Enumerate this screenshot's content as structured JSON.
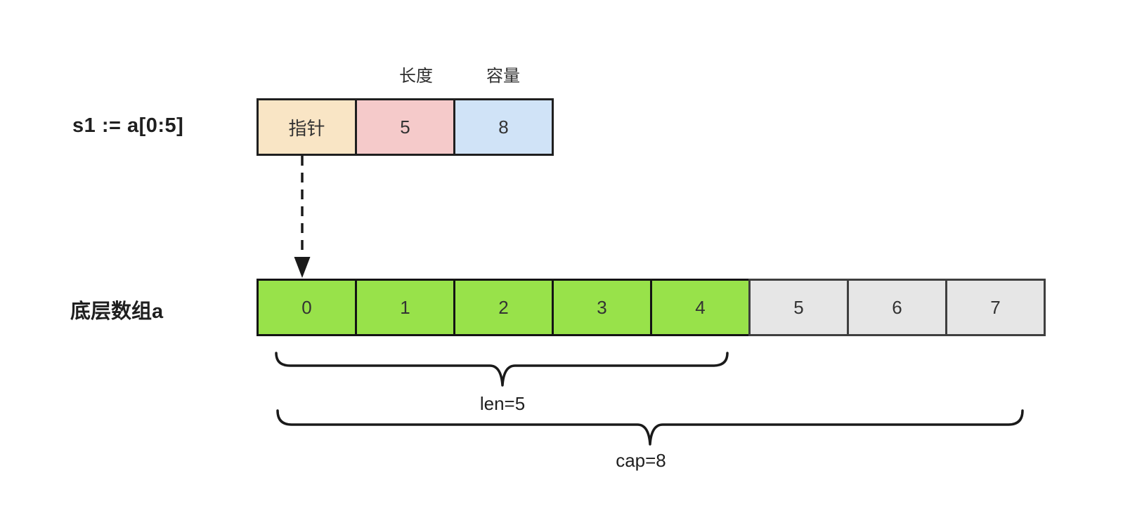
{
  "diagram": {
    "title_expression": "s1 := a[0:5]",
    "slice_struct": {
      "header_labels": {
        "length": "长度",
        "capacity": "容量"
      },
      "fields": [
        {
          "name": "pointer",
          "value": "指针",
          "bg": "#f9e5c5",
          "border": "#1f1f1f"
        },
        {
          "name": "length",
          "value": "5",
          "bg": "#f5caca",
          "border": "#1f1f1f"
        },
        {
          "name": "capacity",
          "value": "8",
          "bg": "#d0e3f7",
          "border": "#1f1f1f"
        }
      ]
    },
    "underlying_array": {
      "label": "底层数组a",
      "cells": [
        {
          "value": "0",
          "in_slice": true
        },
        {
          "value": "1",
          "in_slice": true
        },
        {
          "value": "2",
          "in_slice": true
        },
        {
          "value": "3",
          "in_slice": true
        },
        {
          "value": "4",
          "in_slice": true
        },
        {
          "value": "5",
          "in_slice": false
        },
        {
          "value": "6",
          "in_slice": false
        },
        {
          "value": "7",
          "in_slice": false
        }
      ],
      "colors": {
        "in_slice_bg": "#98e24a",
        "in_slice_border": "#141414",
        "out_slice_bg": "#e6e6e6",
        "out_slice_border": "#3f3f3f"
      }
    },
    "annotations": {
      "len_label": "len=5",
      "cap_label": "cap=8",
      "line_color": "#1a1a1a"
    }
  }
}
